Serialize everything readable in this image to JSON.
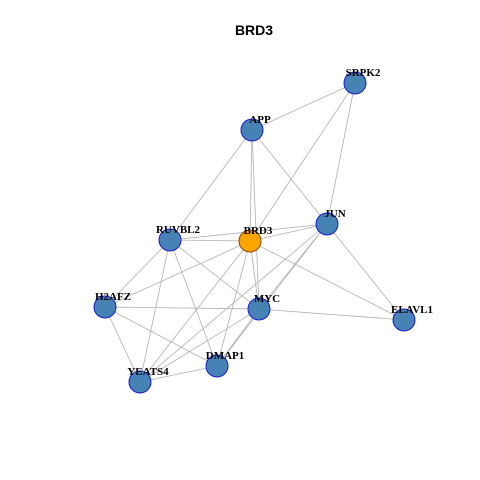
{
  "title": "BRD3",
  "colors": {
    "background": "#ffffff",
    "node_fill": "#4682b4",
    "node_stroke": "#1a1ad0",
    "focus_fill": "#ffa500",
    "focus_stroke": "#8b4500",
    "edge": "#b0b0b0"
  },
  "nodes": [
    {
      "id": "BRD3",
      "label": "BRD3",
      "focus": true
    },
    {
      "id": "SRPK2",
      "label": "SRPK2",
      "focus": false
    },
    {
      "id": "APP",
      "label": "APP",
      "focus": false
    },
    {
      "id": "JUN",
      "label": "JUN",
      "focus": false
    },
    {
      "id": "RUVBL2",
      "label": "RUVBL2",
      "focus": false
    },
    {
      "id": "H2AFZ",
      "label": "H2AFZ",
      "focus": false
    },
    {
      "id": "MYC",
      "label": "MYC",
      "focus": false
    },
    {
      "id": "ELAVL1",
      "label": "ELAVL1",
      "focus": false
    },
    {
      "id": "DMAP1",
      "label": "DMAP1",
      "focus": false
    },
    {
      "id": "YEATS4",
      "label": "YEATS4",
      "focus": false
    }
  ],
  "edges": [
    [
      "SRPK2",
      "APP"
    ],
    [
      "SRPK2",
      "BRD3"
    ],
    [
      "SRPK2",
      "JUN"
    ],
    [
      "APP",
      "BRD3"
    ],
    [
      "APP",
      "JUN"
    ],
    [
      "APP",
      "RUVBL2"
    ],
    [
      "APP",
      "MYC"
    ],
    [
      "JUN",
      "BRD3"
    ],
    [
      "JUN",
      "RUVBL2"
    ],
    [
      "JUN",
      "ELAVL1"
    ],
    [
      "JUN",
      "MYC"
    ],
    [
      "JUN",
      "DMAP1"
    ],
    [
      "JUN",
      "YEATS4"
    ],
    [
      "BRD3",
      "RUVBL2"
    ],
    [
      "BRD3",
      "MYC"
    ],
    [
      "BRD3",
      "H2AFZ"
    ],
    [
      "BRD3",
      "DMAP1"
    ],
    [
      "BRD3",
      "YEATS4"
    ],
    [
      "BRD3",
      "ELAVL1"
    ],
    [
      "RUVBL2",
      "H2AFZ"
    ],
    [
      "RUVBL2",
      "MYC"
    ],
    [
      "RUVBL2",
      "DMAP1"
    ],
    [
      "RUVBL2",
      "YEATS4"
    ],
    [
      "H2AFZ",
      "MYC"
    ],
    [
      "H2AFZ",
      "YEATS4"
    ],
    [
      "H2AFZ",
      "DMAP1"
    ],
    [
      "MYC",
      "ELAVL1"
    ],
    [
      "MYC",
      "DMAP1"
    ],
    [
      "MYC",
      "YEATS4"
    ],
    [
      "DMAP1",
      "YEATS4"
    ]
  ]
}
